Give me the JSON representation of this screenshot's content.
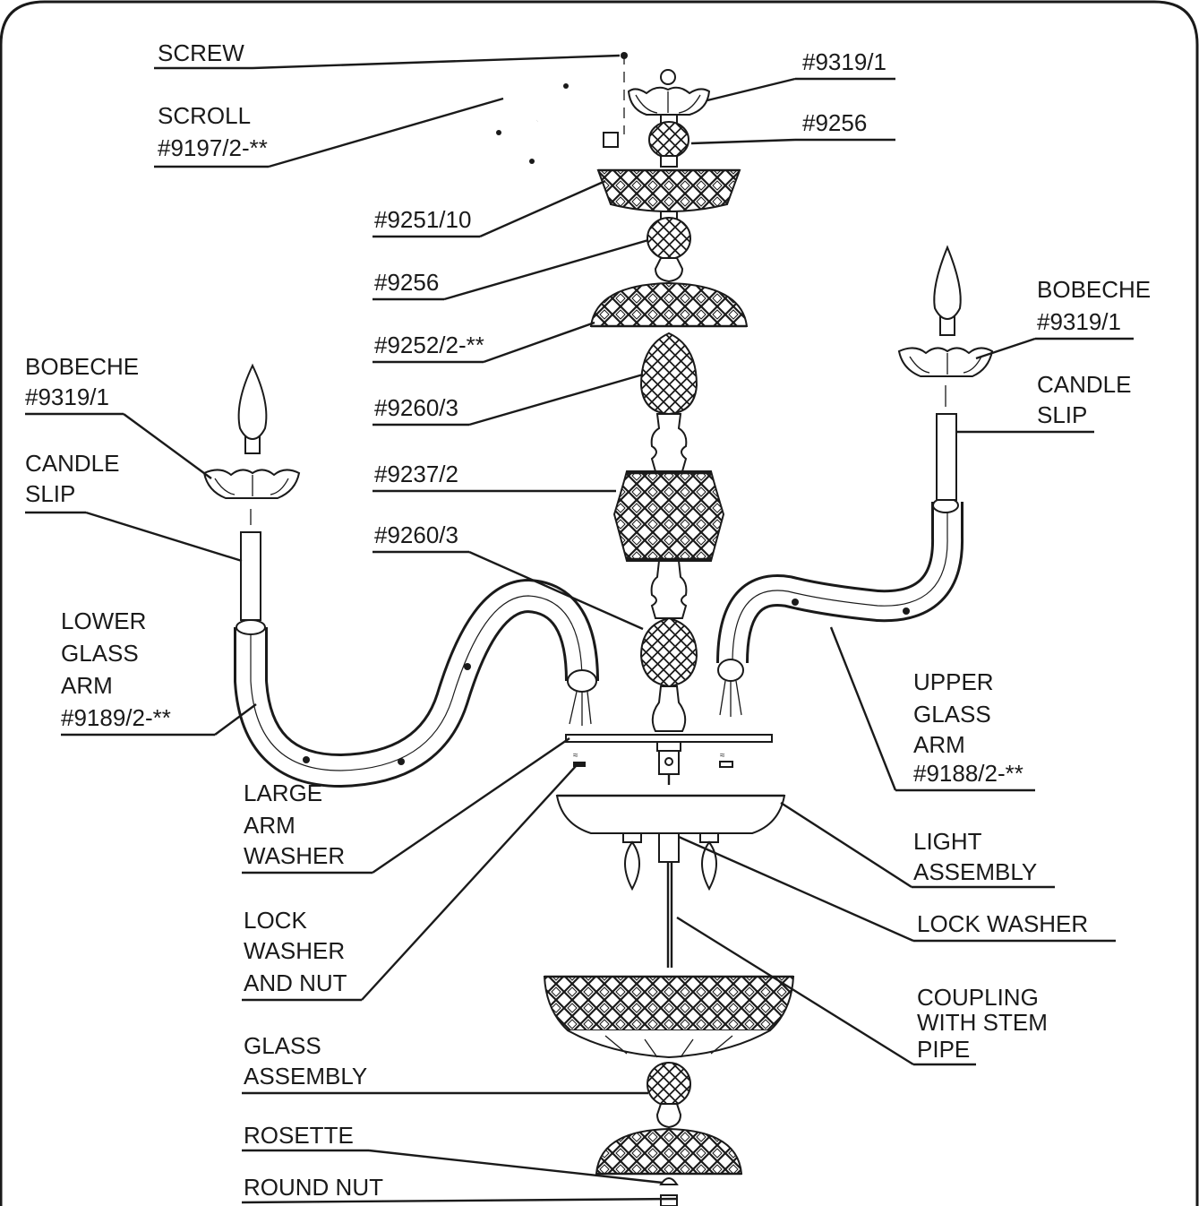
{
  "labels": {
    "screw": "SCREW",
    "scroll": [
      "SCROLL",
      "#9197/2-**"
    ],
    "top_bobeche_code": "#9319/1",
    "top_ball_code": "#9256",
    "cup_9251": "#9251/10",
    "ball_9256": "#9256",
    "bowl_9252": "#9252/2-**",
    "piece_9260_upper": "#9260/3",
    "piece_9237": "#9237/2",
    "piece_9260_lower": "#9260/3",
    "bobeche_right": [
      "BOBECHE",
      "#9319/1"
    ],
    "candle_slip_right": [
      "CANDLE",
      "SLIP"
    ],
    "bobeche_left": [
      "BOBECHE",
      "#9319/1"
    ],
    "candle_slip_left": [
      "CANDLE",
      "SLIP"
    ],
    "lower_arm": [
      "LOWER",
      "GLASS",
      "ARM",
      "#9189/2-**"
    ],
    "upper_arm": [
      "UPPER",
      "GLASS",
      "ARM",
      "#9188/2-**"
    ],
    "large_arm_washer": [
      "LARGE",
      "ARM",
      "WASHER"
    ],
    "light_assembly": [
      "LIGHT",
      "ASSEMBLY"
    ],
    "lock_washer": "LOCK WASHER",
    "lock_washer_nut": [
      "LOCK",
      "WASHER",
      "AND NUT"
    ],
    "coupling": [
      "COUPLING",
      "WITH STEM",
      "PIPE"
    ],
    "glass_assembly": [
      "GLASS",
      "ASSEMBLY"
    ],
    "rosette": "ROSETTE",
    "round_nut": "ROUND NUT"
  }
}
